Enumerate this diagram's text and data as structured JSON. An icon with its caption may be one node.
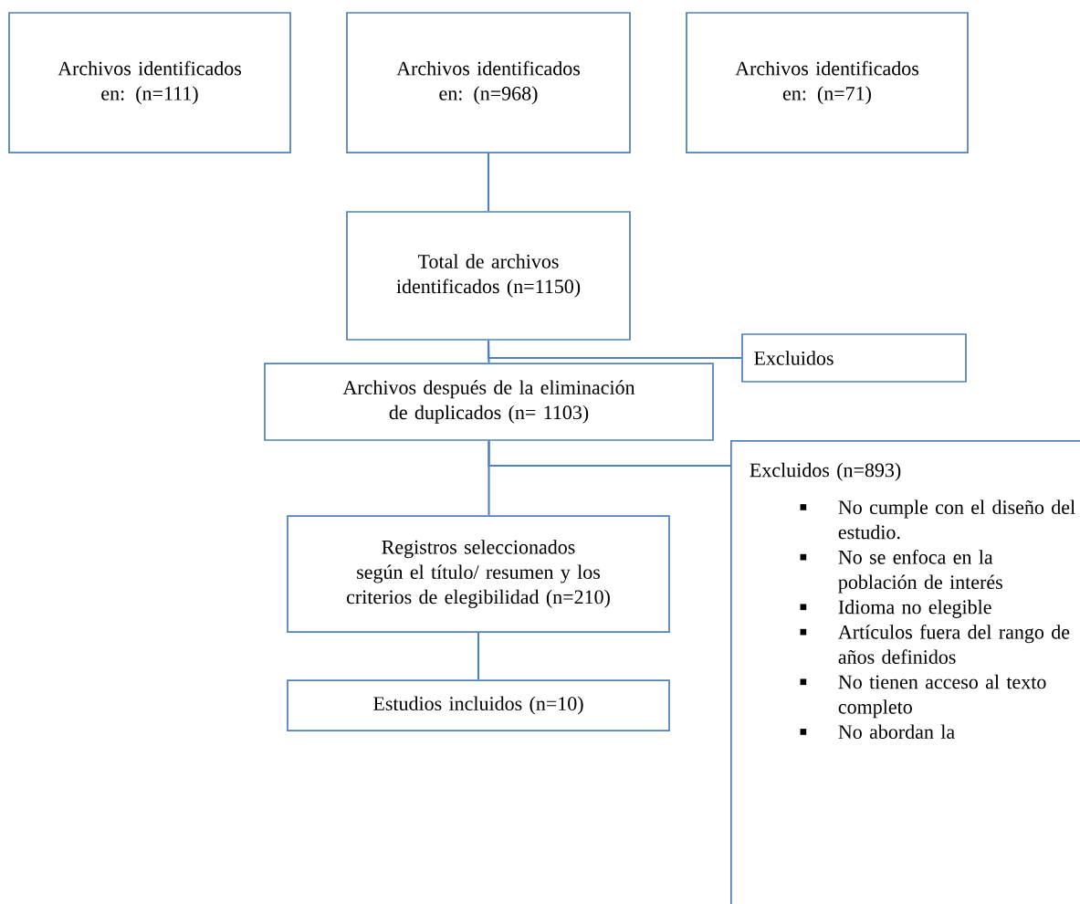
{
  "diagram": {
    "nodes": [
      {
        "text": [
          "Archivos identificados en: (n=111)"
        ]
      },
      {
        "text": [
          "Archivos identificados en: (n=968)"
        ]
      },
      {
        "text": [
          "Archivos identificados en: (n=71)"
        ]
      },
      {
        "text": [
          "Total de archivos identificados (n=1150)"
        ]
      },
      {
        "text": [
          "Excluidos"
        ]
      },
      {
        "text": [
          "Archivos después de la eliminación de duplicados (n= 1103)"
        ]
      },
      {
        "text": [
          "Excluidos (n=893)",
          "No cumple con el diseño del estudio.",
          "No se enfoca en la población de interés",
          "Idioma no elegible",
          "Artículos fuera del rango de años definidos",
          "No tienen acceso al texto completo",
          "No abordan la"
        ]
      },
      {
        "text": [
          "Registros seleccionados según el título/ resumen y los criterios de elegibilidad (n=210)"
        ]
      },
      {
        "text": [
          "Estudios incluidos (n=10)"
        ]
      }
    ],
    "edges": [
      {
        "from": 1,
        "to": 3,
        "arrow": "none"
      },
      {
        "from": 3,
        "to": 5,
        "arrow": "none"
      },
      {
        "from": 3,
        "to": 4,
        "arrow": "none"
      },
      {
        "from": 5,
        "to": 6,
        "arrow": "none"
      },
      {
        "from": 5,
        "to": 7,
        "arrow": "none"
      },
      {
        "from": 7,
        "to": 8,
        "arrow": "none"
      }
    ]
  }
}
